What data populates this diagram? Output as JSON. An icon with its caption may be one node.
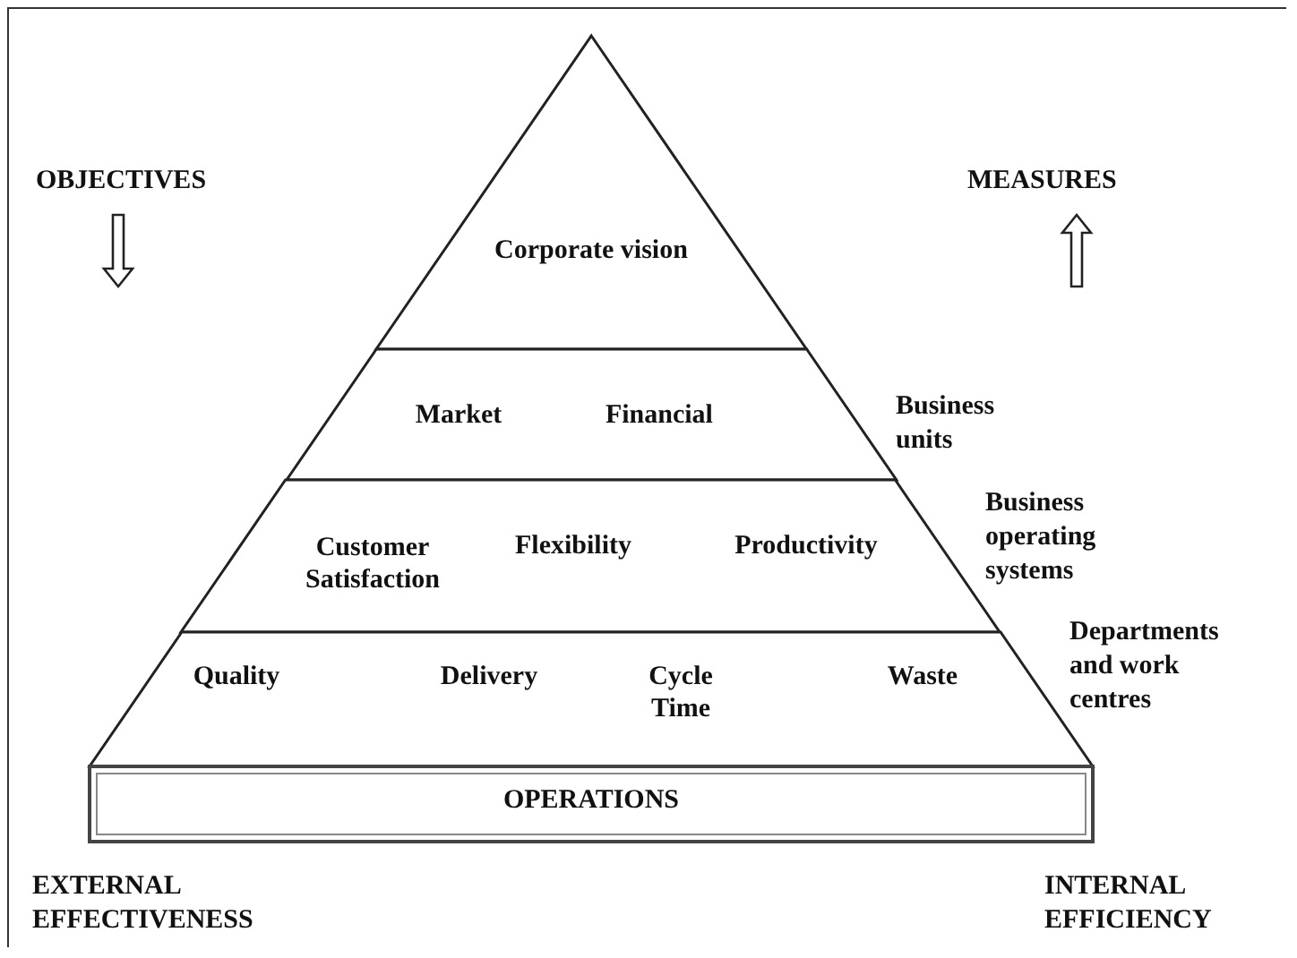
{
  "diagram": {
    "nodes": [
      {
        "text": [
          "Corporate vision"
        ]
      },
      {
        "text": [
          "Market",
          "Financial"
        ],
        "beside": [
          "Business units"
        ]
      },
      {
        "text": [
          "Customer Satisfaction",
          "Flexibility",
          "Productivity"
        ],
        "beside": [
          "Business operating systems"
        ]
      },
      {
        "text": [
          "Quality",
          "Delivery",
          "Cycle Time",
          "Waste"
        ],
        "beside": [
          "Departments and work centres"
        ]
      },
      {
        "text": [
          "OPERATIONS"
        ]
      }
    ],
    "edges": [],
    "labels": [
      "OBJECTIVES",
      "MEASURES",
      "EXTERNAL EFFECTIVENESS",
      "INTERNAL EFFICIENCY"
    ]
  }
}
